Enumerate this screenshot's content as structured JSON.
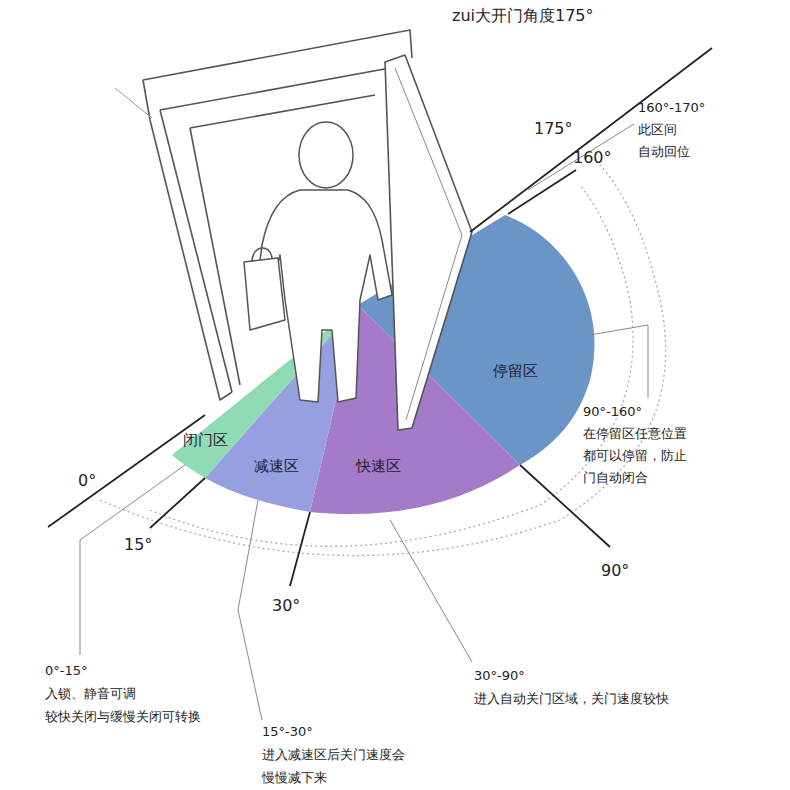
{
  "diagram": {
    "title": "zui大开门角度175°",
    "nodes": [
      {
        "text": [
          "闭门区"
        ]
      },
      {
        "text": [
          "减速区"
        ]
      },
      {
        "text": [
          "快速区"
        ]
      },
      {
        "text": [
          "停留区"
        ]
      }
    ],
    "labels": [
      "175°",
      "160°",
      "160°-170°",
      "此区间",
      "自动回位",
      "90°-160°",
      "在停留区任意位置",
      "都可以停留，防止",
      "门自动闭合",
      "0°",
      "15°",
      "30°",
      "90°",
      "0°-15°",
      "入锁、静音可调",
      "较快关闭与缓慢关闭可转换",
      "15°-30°",
      "进入减速区后关门速度会",
      "慢慢减下来",
      "30°-90°",
      "进入自动关门区域，关门速度较快"
    ]
  }
}
